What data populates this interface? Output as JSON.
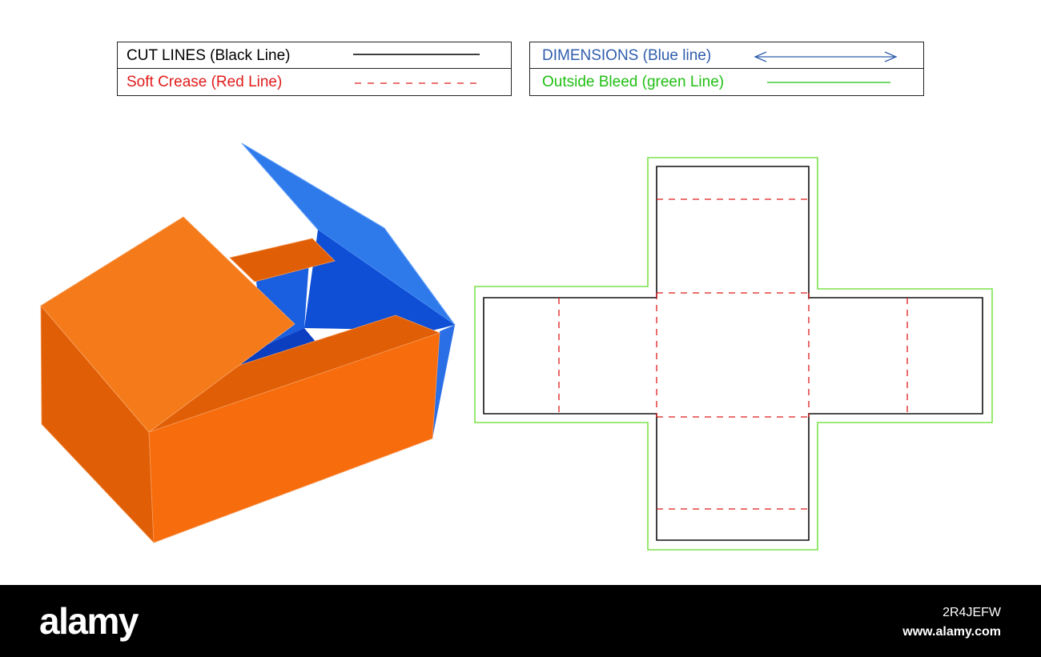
{
  "legend": {
    "cut_lines": {
      "label": "CUT LINES (Black Line)",
      "color": "#000000"
    },
    "soft_crease": {
      "label": "Soft Crease (Red Line)",
      "color": "#e01b1b"
    },
    "dimensions": {
      "label": "DIMENSIONS (Blue line)",
      "color": "#2f5dac"
    },
    "outside_bleed": {
      "label": "Outside Bleed (green Line)",
      "color": "#1fbf12"
    }
  },
  "colors": {
    "box_orange_light": "#f47a1a",
    "box_orange_front": "#f76c0c",
    "box_orange_dark": "#e05e05",
    "box_blue_light": "#2f7aea",
    "box_blue_dark": "#0f4fd6",
    "box_blue_deep": "#0b3fc0",
    "bleed_green": "#7be34a"
  },
  "footer": {
    "brand": "alamy",
    "image_id": "2R4JEFW",
    "site": "www.alamy.com"
  }
}
